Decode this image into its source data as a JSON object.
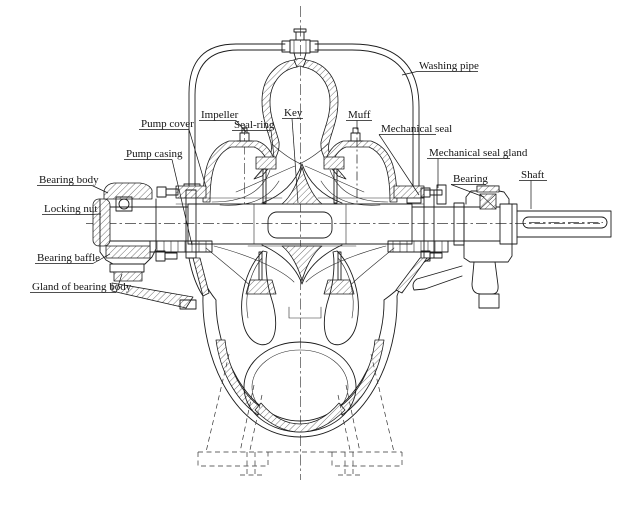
{
  "colors": {
    "ink": "#1c1c1c",
    "paper": "#ffffff"
  },
  "labels": {
    "washing_pipe": "Washing pipe",
    "pump_cover": "Pump cover",
    "pump_casing": "Pump casing",
    "impeller": "Impeller",
    "seal_ring": "Seal-ring",
    "key": "Key",
    "muff": "Muff",
    "mechanical_seal": "Mechanical seal",
    "mechanical_seal_gland": "Mechanical seal gland",
    "bearing_body": "Bearing body",
    "locking_nut": "Locking nut",
    "bearing_baffle": "Bearing baffle",
    "gland_of_bearing_body": "Gland of bearing body",
    "bearing": "Bearing",
    "shaft": "Shaft"
  }
}
